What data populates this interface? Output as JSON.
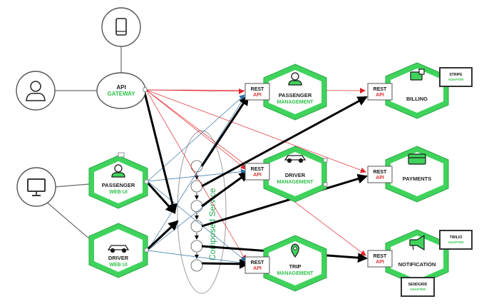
{
  "clients": {
    "mobile": {
      "icon": "mobile-phone-icon"
    },
    "desktop": {
      "icon": "monitor-icon"
    },
    "user": {
      "icon": "user-icon"
    }
  },
  "gateway": {
    "line1": "API",
    "line2": "GATEWAY"
  },
  "web_uis": {
    "passenger": {
      "line1": "PASSENGER",
      "line2": "WEB UI"
    },
    "driver": {
      "line1": "DRIVER",
      "line2": "WEB UI"
    }
  },
  "services": {
    "passenger": {
      "line1": "PASSENGER",
      "line2": "MANAGEMENT"
    },
    "driver": {
      "line1": "DRIVER",
      "line2": "MANAGEMENT"
    },
    "trip": {
      "line1": "TRIP",
      "line2": "MANAGEMENT"
    },
    "billing": {
      "line1": "BILLING"
    },
    "payments": {
      "line1": "PAYMENTS"
    },
    "notification": {
      "line1": "NOTIFICATION"
    }
  },
  "rest_api": {
    "line1": "REST",
    "line2": "API"
  },
  "adapters": {
    "stripe": {
      "line1": "STRIPE",
      "line2": "ADAPTER"
    },
    "twilio": {
      "line1": "TWILIO",
      "line2": "ADAPTER"
    },
    "sendgrid": {
      "line1": "SENDGRID",
      "line2": "ADAPTER"
    }
  },
  "composed_service": "Composed Service",
  "colors": {
    "hex_green": "#3fd35c",
    "hex_green_dark": "#2aa844",
    "red_arrow": "#e0262b",
    "blue_arrow": "#2f6fa6",
    "black_arrow": "#000000"
  }
}
